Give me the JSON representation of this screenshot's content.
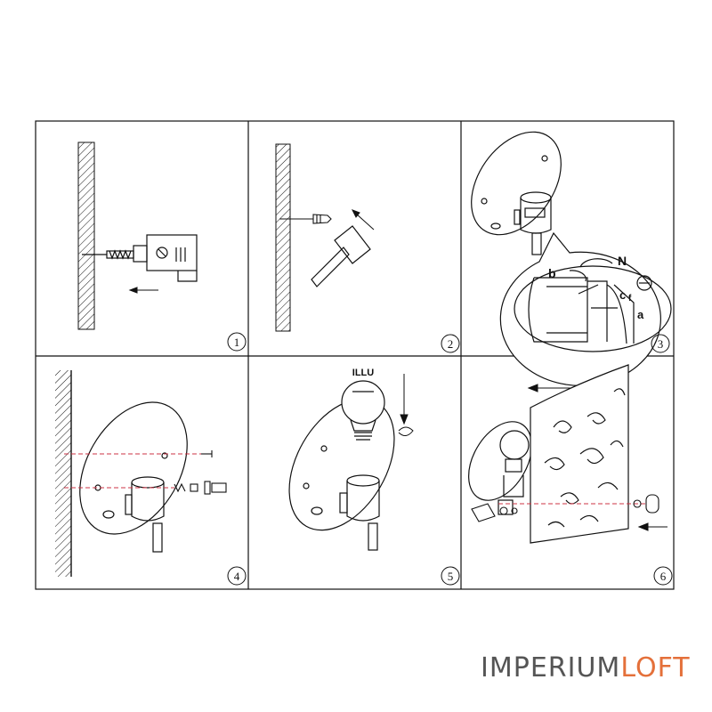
{
  "steps": [
    {
      "number": "1"
    },
    {
      "number": "2"
    },
    {
      "number": "3",
      "labels": {
        "b": "b",
        "n": "N",
        "c": "c",
        "f": "f",
        "a": "a"
      }
    },
    {
      "number": "4"
    },
    {
      "number": "5",
      "bulb_label": "ILLU"
    },
    {
      "number": "6"
    }
  ],
  "brand": {
    "part1": "IMPERIUM",
    "part2": "LOFT"
  },
  "colors": {
    "line": "#111111",
    "dash": "#cc3344",
    "brand_gray": "#555555",
    "brand_orange": "#e4703a"
  }
}
